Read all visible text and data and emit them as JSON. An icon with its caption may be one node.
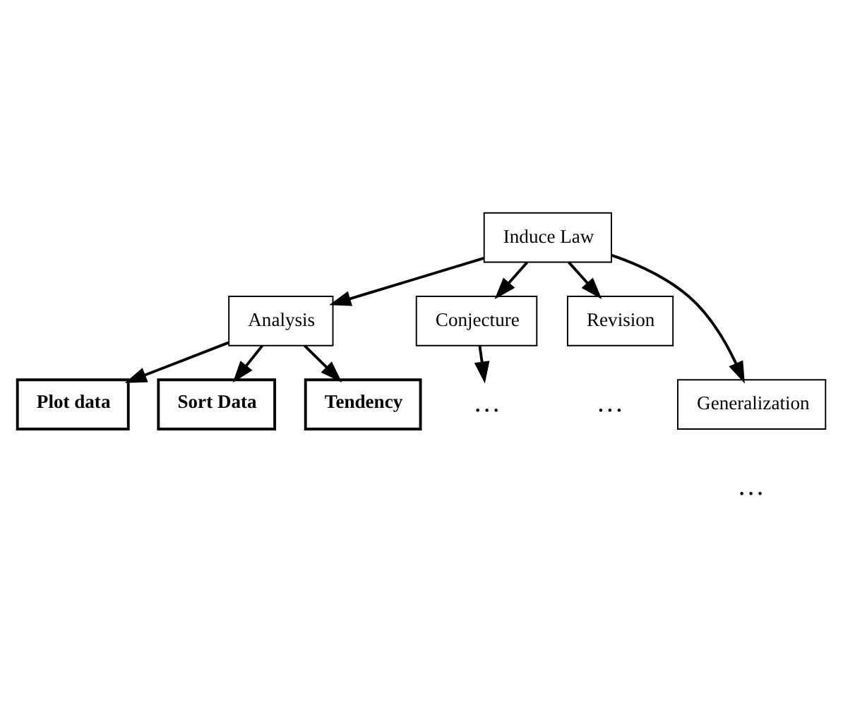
{
  "diagram": {
    "nodes": [
      {
        "text": [
          "Induce Law"
        ]
      },
      {
        "text": [
          "Analysis"
        ]
      },
      {
        "text": [
          "Conjecture"
        ]
      },
      {
        "text": [
          "Revision"
        ]
      },
      {
        "text": [
          "Generalization"
        ]
      },
      {
        "text": [
          "Plot data"
        ]
      },
      {
        "text": [
          "Sort Data"
        ]
      },
      {
        "text": [
          "Tendency"
        ]
      },
      {
        "text": [
          "…"
        ]
      }
    ],
    "edges": [
      {
        "from": 0,
        "to": 1,
        "arrow": "to"
      },
      {
        "from": 0,
        "to": 2,
        "arrow": "to"
      },
      {
        "from": 0,
        "to": 3,
        "arrow": "to"
      },
      {
        "from": 0,
        "to": 4,
        "arrow": "to"
      },
      {
        "from": 1,
        "to": 5,
        "arrow": "to"
      },
      {
        "from": 1,
        "to": 6,
        "arrow": "to"
      },
      {
        "from": 1,
        "to": 7,
        "arrow": "to"
      },
      {
        "from": 2,
        "to": 8,
        "arrow": "to"
      }
    ],
    "labels": [
      "…",
      "…"
    ]
  }
}
